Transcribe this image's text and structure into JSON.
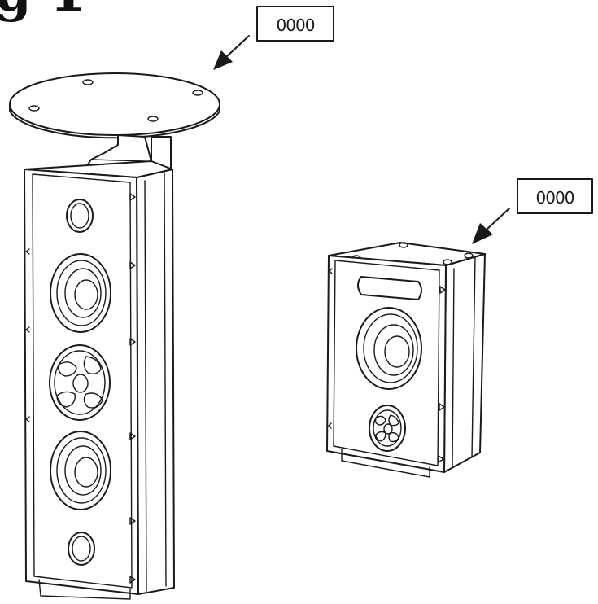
{
  "figure": {
    "title": "g 1"
  },
  "labels": {
    "tall_speaker_screws": "0000",
    "small_speaker_screws": "0000"
  },
  "colors": {
    "ink": "#1a1a1a",
    "paper": "#ffffff"
  }
}
